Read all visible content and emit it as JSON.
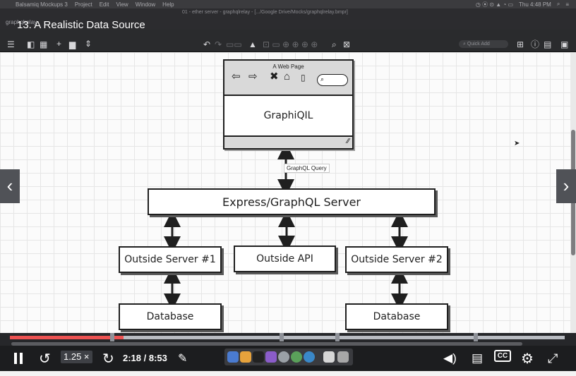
{
  "mac_menubar": {
    "app": "Balsamiq Mockups 3",
    "items": [
      "Project",
      "Edit",
      "View",
      "Window",
      "Help"
    ],
    "clock": "Thu 4:48 PM"
  },
  "window": {
    "document_title": "01 - ether server - graphqlrelay - [.../Google Drive/Mocks/graphqlrelay.bmpr]",
    "project_name": "graphqlrelay"
  },
  "lecture_title": "13. A Realistic Data Source",
  "toolbar": {
    "quick_add_placeholder": "Quick Add"
  },
  "mockup": {
    "browser_title": "A Web Page",
    "browser_content": "GraphiQIL",
    "arrow_label": "GraphQL Query",
    "server": "Express/GraphQL Server",
    "outside_server_1": "Outside Server #1",
    "outside_api": "Outside API",
    "outside_server_2": "Outside Server #2",
    "database_1": "Database",
    "database_2": "Database"
  },
  "player": {
    "speed": "1.25 ×",
    "time": "2:18 / 8:53",
    "cc": "CC",
    "progress": 0.26,
    "chapter_markers": [
      0.185,
      0.49,
      0.59,
      0.84
    ]
  },
  "icons": {
    "prev": "chevron-left-icon",
    "next": "chevron-right-icon",
    "play_pause": "pause-icon",
    "rewind": "rewind-icon",
    "forward": "forward-icon",
    "notes": "notes-icon",
    "volume": "volume-icon",
    "transcript": "transcript-icon",
    "settings": "gear-icon",
    "fullscreen": "fullscreen-icon"
  },
  "colors": {
    "progress": "#ec5252",
    "panel": "#1c1d1f",
    "nav_button": "#505257"
  }
}
